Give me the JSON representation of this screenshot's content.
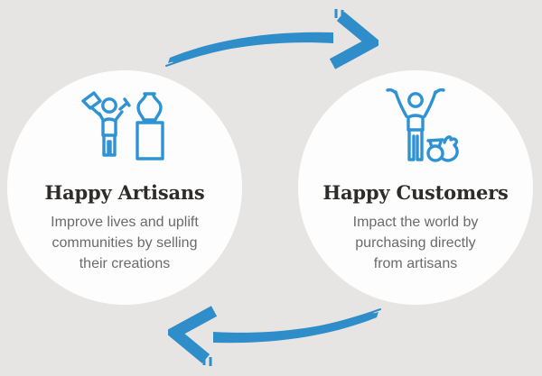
{
  "nodes": [
    {
      "title": "Happy Artisans",
      "icon": "artisan-hammer-vase-icon",
      "description_lines": [
        "Improve lives and uplift",
        "communities by selling",
        "their creations"
      ]
    },
    {
      "title": "Happy Customers",
      "icon": "customer-celebrating-money-bag-icon",
      "description_lines": [
        "Impact the world by",
        "purchasing directly",
        "from artisans"
      ]
    }
  ],
  "arrows": [
    {
      "name": "brush-arrow-pointing-right",
      "position": "top"
    },
    {
      "name": "brush-arrow-pointing-left",
      "position": "bottom"
    }
  ],
  "colors": {
    "background": "#e6e5e3",
    "circle": "#fdfdfd",
    "arrow": "#2f8dc9",
    "icon": "#2f93d3",
    "title_text": "#2e2c29",
    "body_text": "#6b6b6b"
  }
}
